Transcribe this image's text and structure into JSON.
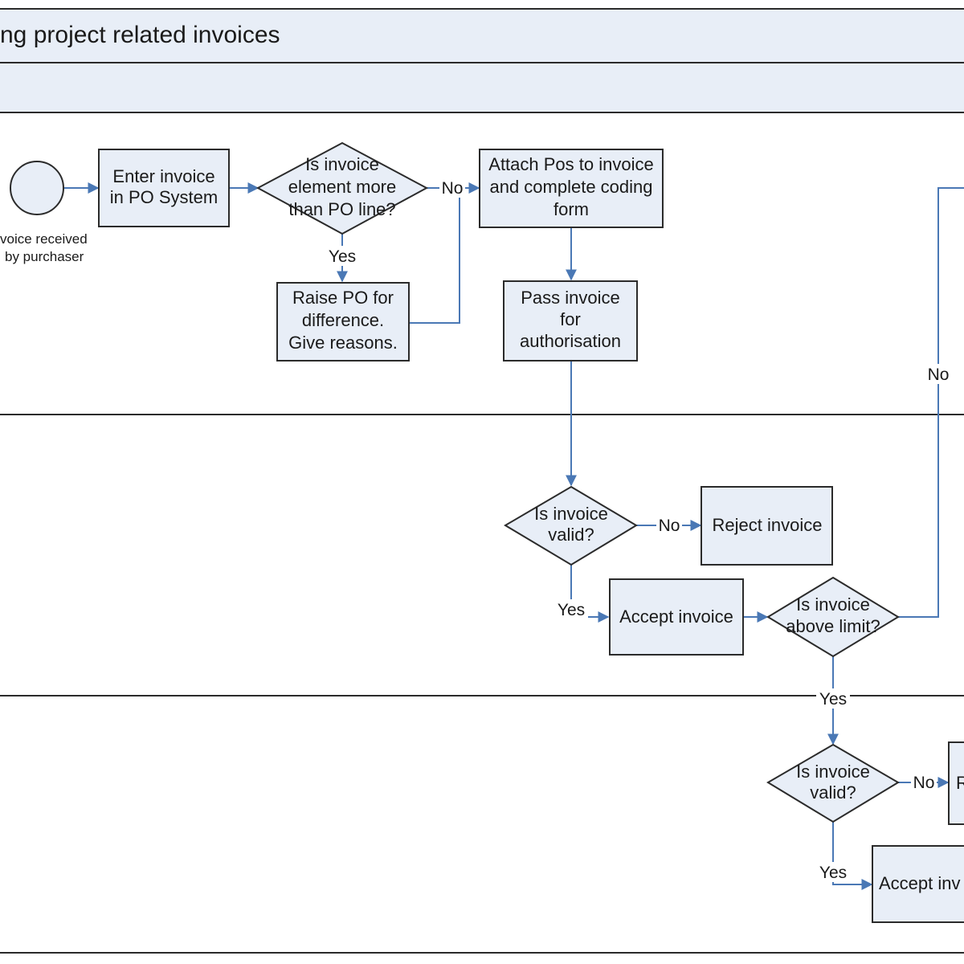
{
  "title": "ng project related invoices",
  "colors": {
    "fill": "#e8eef7",
    "stroke": "#2b2b2b",
    "connector": "#4a78b5"
  },
  "nodes": {
    "start_label": [
      "voice received",
      "by purchaser"
    ],
    "enter_invoice": [
      "Enter invoice",
      "in PO System"
    ],
    "check_element": [
      "Is invoice",
      "element more",
      "than PO line?"
    ],
    "raise_po": [
      "Raise PO for",
      "difference.",
      "Give reasons."
    ],
    "attach_pos": [
      "Attach Pos to invoice",
      "and complete coding",
      "form"
    ],
    "pass_invoice": [
      "Pass invoice",
      "for",
      "authorisation"
    ],
    "valid_1": [
      "Is invoice",
      "valid?"
    ],
    "reject_1": [
      "Reject invoice"
    ],
    "accept_1": [
      "Accept invoice"
    ],
    "above_limit": [
      "Is invoice",
      "above limit?"
    ],
    "valid_2": [
      "Is invoice",
      "valid?"
    ],
    "reject_2": [
      "R"
    ],
    "accept_2": [
      "Accept inv"
    ]
  },
  "labels": {
    "no_element": "No",
    "yes_element": "Yes",
    "no_valid_1": "No",
    "yes_valid_1": "Yes",
    "no_limit": "No",
    "yes_limit": "Yes",
    "no_valid_2": "No",
    "yes_valid_2": "Yes"
  }
}
